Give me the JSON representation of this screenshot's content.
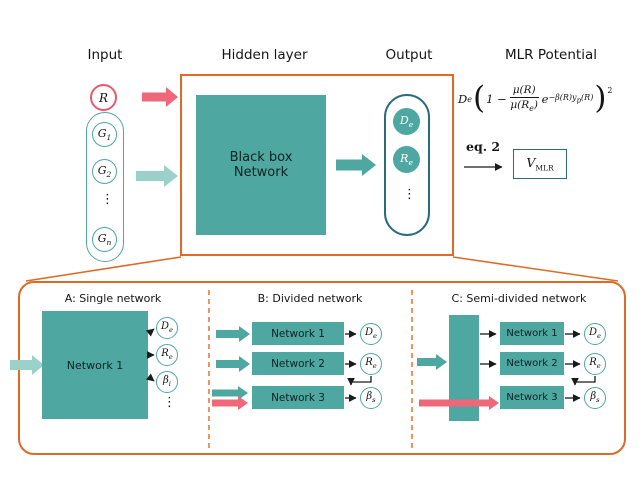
{
  "colors": {
    "teal": "#4ea7a0",
    "teal_light": "#9ad1c8",
    "outline_dark_teal": "#2c6b7c",
    "orange": "#de6a25",
    "pink": "#ee6879",
    "pink_outline": "#e7596e"
  },
  "headers": {
    "input": "Input",
    "hidden": "Hidden layer",
    "output": "Output",
    "mlr": "MLR Potential"
  },
  "input": {
    "r": {
      "base": "R"
    },
    "g1": {
      "base": "G",
      "sub": "1"
    },
    "g2": {
      "base": "G",
      "sub": "2"
    },
    "dots": "⋮",
    "gn": {
      "base": "G",
      "sub": "n"
    }
  },
  "hidden": {
    "line1": "Black box",
    "line2": "Network"
  },
  "output": {
    "de": {
      "base": "D",
      "sub": "e"
    },
    "re": {
      "base": "R",
      "sub": "e"
    },
    "dots": "⋮"
  },
  "formula": {
    "d_base": "D",
    "d_sub": "e",
    "paren_open": "(",
    "one_minus": "1 −",
    "frac_num": "μ(R)",
    "frac_den_main": "μ(R",
    "frac_den_sub": "e",
    "frac_den_close": ")",
    "exp_base": "e",
    "sup_1": "−β(R)y",
    "sup_sub": "p",
    "sup_2": "(R)",
    "paren_close": ")",
    "power": "2"
  },
  "eq": {
    "label": "eq. 2"
  },
  "vmlr": {
    "base": "V",
    "sub": "MLR"
  },
  "panelA": {
    "title": "A: Single network",
    "box": "Network 1",
    "out1": {
      "base": "D",
      "sub": "e"
    },
    "out2": {
      "base": "R",
      "sub": "e"
    },
    "out3": {
      "base": "β",
      "sub": "i"
    },
    "dots": "⋮"
  },
  "panelB": {
    "title": "B: Divided network",
    "box1": "Network 1",
    "box2": "Network 2",
    "box3": "Network 3",
    "out1": {
      "base": "D",
      "sub": "e"
    },
    "out2": {
      "base": "R",
      "sub": "e"
    },
    "out3": {
      "base": "β",
      "sub": "s"
    }
  },
  "panelC": {
    "title": "C: Semi-divided network",
    "box1": "Network 1",
    "box2": "Network 2",
    "box3": "Network 3",
    "out1": {
      "base": "D",
      "sub": "e"
    },
    "out2": {
      "base": "R",
      "sub": "e"
    },
    "out3": {
      "base": "β",
      "sub": "s"
    }
  }
}
